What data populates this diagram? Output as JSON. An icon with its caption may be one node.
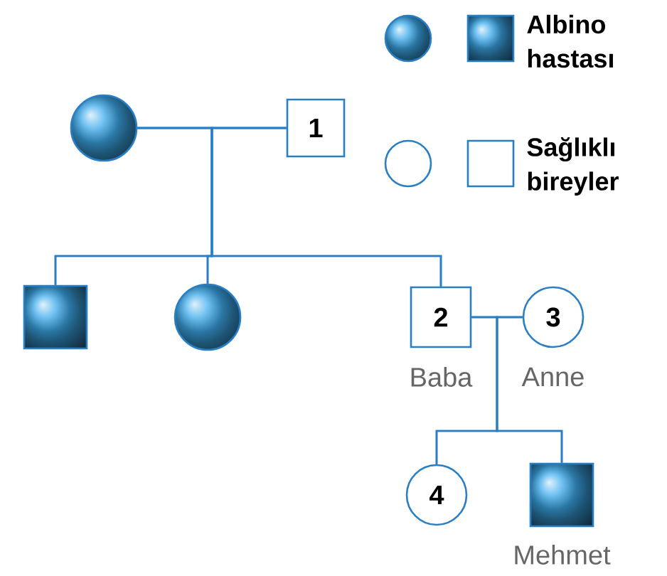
{
  "diagram": {
    "nodes": [
      {
        "text": [],
        "shape": "circle"
      },
      {
        "text": [
          "1"
        ]
      },
      {
        "text": [],
        "shape": "box"
      },
      {
        "text": [],
        "shape": "circle"
      },
      {
        "text": [
          "2"
        ],
        "beside": [
          "Baba"
        ]
      },
      {
        "text": [
          "3"
        ],
        "beside": [
          "Anne"
        ]
      },
      {
        "text": [
          "4"
        ]
      },
      {
        "text": [],
        "shape": "box",
        "beside": [
          "Mehmet"
        ]
      }
    ],
    "edges": [
      {
        "from": 0,
        "to": 1,
        "arrow": "none"
      },
      {
        "from": 0,
        "to": 2,
        "arrow": "none"
      },
      {
        "from": 1,
        "to": 2,
        "arrow": "none"
      },
      {
        "from": 0,
        "to": 3,
        "arrow": "none"
      },
      {
        "from": 1,
        "to": 3,
        "arrow": "none"
      },
      {
        "from": 0,
        "to": 4,
        "arrow": "none"
      },
      {
        "from": 1,
        "to": 4,
        "arrow": "none"
      },
      {
        "from": 4,
        "to": 5,
        "arrow": "none"
      },
      {
        "from": 4,
        "to": 6,
        "arrow": "none"
      },
      {
        "from": 5,
        "to": 6,
        "arrow": "none"
      },
      {
        "from": 4,
        "to": 7,
        "arrow": "none"
      },
      {
        "from": 5,
        "to": 7,
        "arrow": "none"
      }
    ],
    "legend": [
      {
        "text": "Albino hastası"
      },
      {
        "text": "Sağlıklı bireyler"
      }
    ]
  }
}
